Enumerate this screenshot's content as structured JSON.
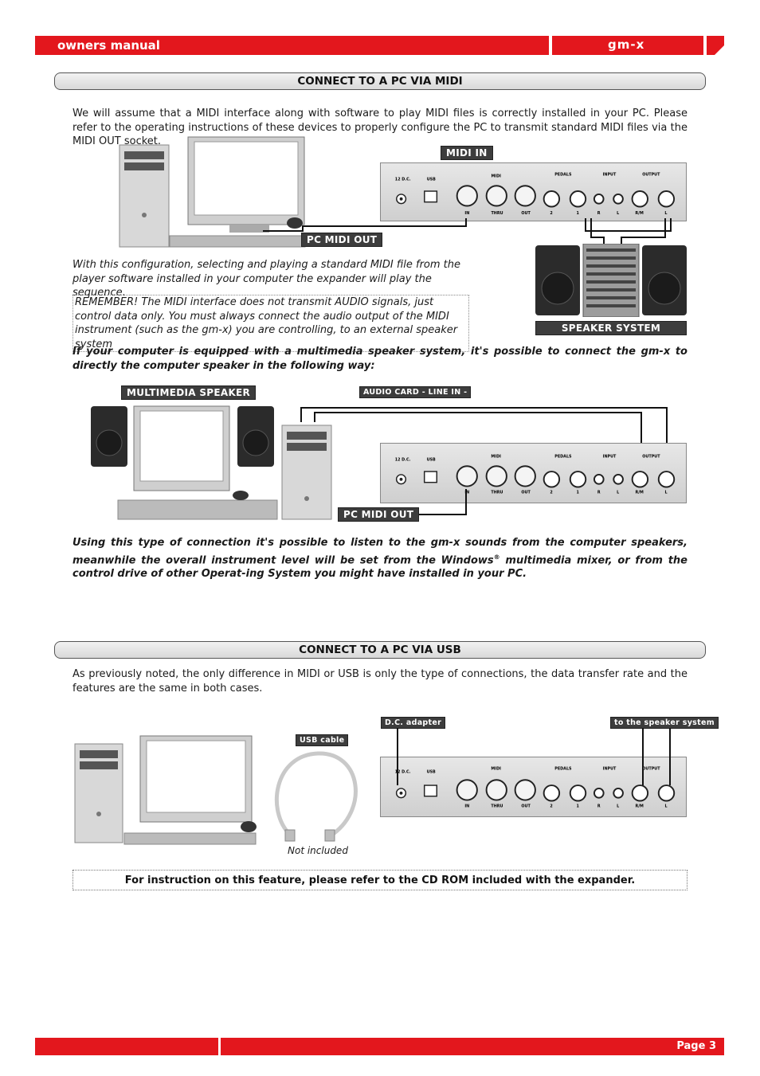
{
  "header": {
    "title": "owners manual",
    "product": "gm-x"
  },
  "section1": {
    "title": "CONNECT TO A PC VIA MIDI",
    "intro": "We will assume that a MIDI interface along with software to play MIDI files is correctly installed in your PC. Please refer to the operating instructions of these devices to properly configure the PC to transmit standard MIDI files via the MIDI OUT socket.",
    "config_text": "With this configuration, selecting and playing a standard MIDI file from the player software installed in your computer the expander will play the sequence.",
    "remember_text": "REMEMBER! The MIDI interface does not transmit AUDIO signals, just control data only. You must always connect the audio output of the MIDI instrument (such as the gm-x) you are controlling, to an external speaker system",
    "multimedia_text": "If your computer is equipped with a multimedia speaker system, it's possible to connect the gm-x to directly the computer speaker in the following way:",
    "using_text_1": "Using this type of connection it's possible to listen to the gm-x sounds from the computer speakers, meanwhile the overall instrument level will be set from the Windows",
    "registered": "®",
    "using_text_2": " multimedia mixer, or from the control drive of other Operat-ing System you might have installed in your PC.",
    "labels": {
      "midi_in": "MIDI IN",
      "pc_midi_out": "PC MIDI OUT",
      "speaker_system": "SPEAKER SYSTEM",
      "multimedia_speaker": "MULTIMEDIA SPEAKER",
      "audio_card": "AUDIO CARD - LINE IN -",
      "pc_midi_out_2": "PC MIDI OUT"
    }
  },
  "section2": {
    "title": "CONNECT TO A PC VIA USB",
    "intro": "As previously noted, the only difference in MIDI or USB is only the type of connections, the data transfer rate and the features are the same in both cases.",
    "labels": {
      "usb_cable": "USB cable",
      "dc_adapter": "D.C. adapter",
      "speaker_system": "to the speaker system"
    },
    "not_included": "Not included",
    "notice": "For instruction on this feature, please refer to the CD ROM included with the expander."
  },
  "panel_labels": {
    "dc": "12 D.C.",
    "usb": "USB",
    "midi": "MIDI",
    "pedals": "PEDALS",
    "input": "INPUT",
    "output": "OUTPUT",
    "in": "IN",
    "thru": "THRU",
    "out": "OUT",
    "p2": "2",
    "p1": "1",
    "r": "R",
    "l": "L",
    "rm": "R/M",
    "l2": "L"
  },
  "footer": {
    "page": "Page 3"
  }
}
